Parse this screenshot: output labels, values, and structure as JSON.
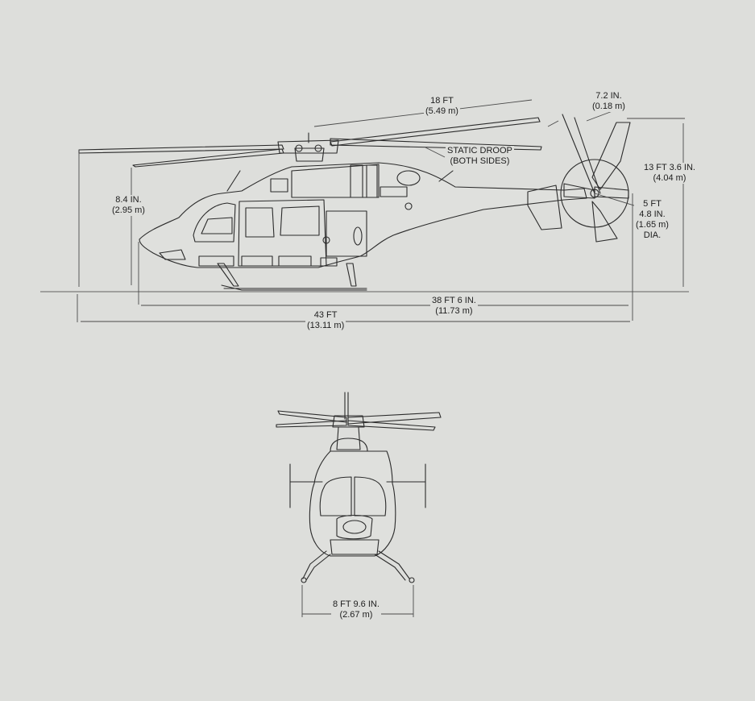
{
  "side_view": {
    "rotor_span": {
      "line1": "18 FT",
      "line2": "(5.49 m)"
    },
    "tail_clearance": {
      "line1": "7.2 IN.",
      "line2": "(0.18 m)"
    },
    "static_droop": {
      "line1": "STATIC DROOP",
      "line2": "(BOTH SIDES)"
    },
    "overall_height": {
      "line1": "13 FT 3.6 IN.",
      "line2": "(4.04 m)"
    },
    "ground_clearance": {
      "line1": "8.4 IN.",
      "line2": "(2.95 m)"
    },
    "tail_rotor_dia": {
      "line1": "5 FT",
      "line2": "4.8 IN.",
      "line3": "(1.65 m)",
      "line4": "DIA."
    },
    "fuselage_length": {
      "line1": "38 FT 6 IN.",
      "line2": "(11.73 m)"
    },
    "overall_length": {
      "line1": "43 FT",
      "line2": "(13.11 m)"
    }
  },
  "front_view": {
    "skid_width": {
      "line1": "8 FT 9.6 IN.",
      "line2": "(2.67 m)"
    }
  },
  "colors": {
    "background": "#dddedb",
    "line": "#2b2b2b"
  }
}
